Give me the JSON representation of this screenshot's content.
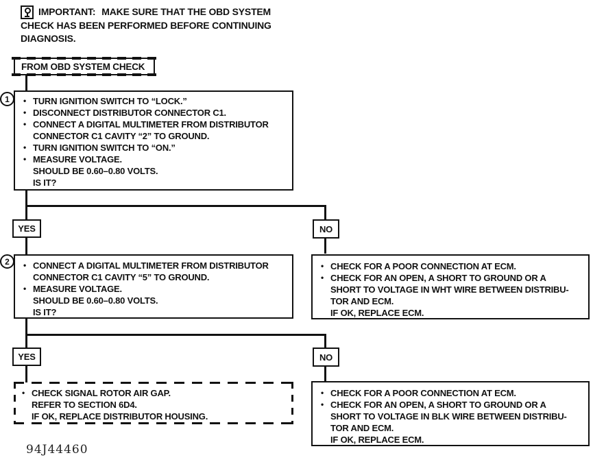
{
  "glyphs": {
    "bullet": "•"
  },
  "note": {
    "title": "IMPORTANT:",
    "line1": "MAKE SURE THAT THE OBD SYSTEM",
    "line2": "CHECK HAS BEEN PERFORMED BEFORE CONTINUING",
    "line3": "DIAGNOSIS."
  },
  "entry": {
    "label": "FROM OBD SYSTEM CHECK"
  },
  "step1": {
    "number": "1",
    "rows": [
      {
        "b": true,
        "t": "TURN IGNITION SWITCH TO “LOCK.”"
      },
      {
        "b": true,
        "t": "DISCONNECT DISTRIBUTOR CONNECTOR C1."
      },
      {
        "b": true,
        "t": "CONNECT A DIGITAL MULTIMETER FROM DISTRIBUTOR"
      },
      {
        "b": false,
        "t": "CONNECTOR C1 CAVITY “2” TO GROUND."
      },
      {
        "b": true,
        "t": "TURN IGNITION SWITCH TO “ON.”"
      },
      {
        "b": true,
        "t": "MEASURE VOLTAGE."
      },
      {
        "b": false,
        "t": "SHOULD BE 0.60–0.80 VOLTS."
      },
      {
        "b": false,
        "t": "IS IT?"
      }
    ]
  },
  "branch1": {
    "yes": "YES",
    "no": "NO"
  },
  "step2": {
    "number": "2",
    "rows": [
      {
        "b": true,
        "t": "CONNECT A DIGITAL MULTIMETER FROM DISTRIBUTOR"
      },
      {
        "b": false,
        "t": "CONNECTOR C1 CAVITY “5” TO GROUND."
      },
      {
        "b": true,
        "t": "MEASURE VOLTAGE."
      },
      {
        "b": false,
        "t": "SHOULD BE 0.60–0.80 VOLTS."
      },
      {
        "b": false,
        "t": "IS IT?"
      }
    ]
  },
  "action_no1": {
    "rows": [
      {
        "b": true,
        "t": "CHECK FOR A POOR CONNECTION AT ECM."
      },
      {
        "b": true,
        "t": "CHECK FOR AN OPEN, A SHORT TO GROUND OR A"
      },
      {
        "b": false,
        "t": "SHORT TO VOLTAGE IN WHT WIRE BETWEEN DISTRIBU-"
      },
      {
        "b": false,
        "t": "TOR AND ECM."
      },
      {
        "b": false,
        "t": "IF OK, REPLACE ECM."
      }
    ]
  },
  "branch2": {
    "yes": "YES",
    "no": "NO"
  },
  "action_yes2": {
    "rows": [
      {
        "b": true,
        "t": "CHECK SIGNAL ROTOR AIR GAP."
      },
      {
        "b": false,
        "t": "REFER TO SECTION 6D4."
      },
      {
        "b": false,
        "t": "IF OK, REPLACE DISTRIBUTOR HOUSING."
      }
    ]
  },
  "action_no2": {
    "rows": [
      {
        "b": true,
        "t": "CHECK FOR A POOR CONNECTION AT ECM."
      },
      {
        "b": true,
        "t": "CHECK FOR AN OPEN, A SHORT TO GROUND OR A"
      },
      {
        "b": false,
        "t": "SHORT TO VOLTAGE IN BLK WIRE BETWEEN DISTRIBU-"
      },
      {
        "b": false,
        "t": "TOR AND ECM."
      },
      {
        "b": false,
        "t": "IF OK, REPLACE ECM."
      }
    ]
  },
  "figure_code": "94J44460"
}
